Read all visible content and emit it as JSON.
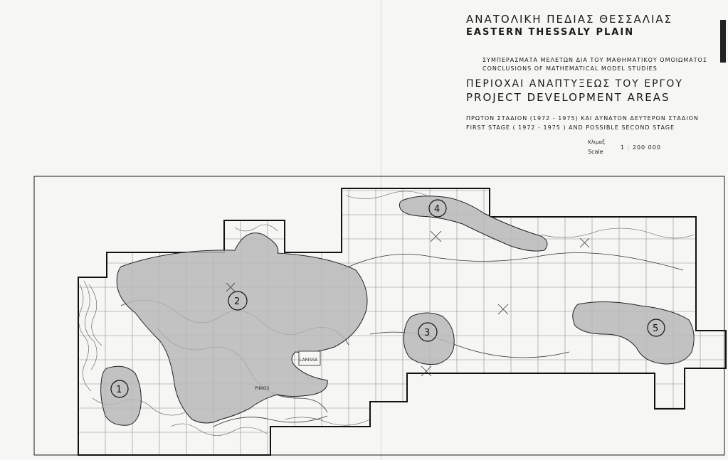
{
  "title": {
    "greek": "ΑΝΑΤΟΛΙΚΗ ΠΕΔΙΑΣ ΘΕΣΣΑΛΙΑΣ",
    "english": "EASTERN THESSALY PLAIN"
  },
  "subtitle": {
    "greek": "ΣΥΜΠΕΡΑΣΜΑΤΑ ΜΕΛΕΤΩΝ ΔΙΑ ΤΟΥ ΜΑΘΗΜΑΤΙΚΟΥ ΟΜΟΙΩΜΑΤΟΣ",
    "english": "CONCLUSIONS OF MATHEMATICAL MODEL STUDIES"
  },
  "project": {
    "greek": "ΠΕΡΙΟΧΑΙ ΑΝΑΠΤΥΞΕΩΣ ΤΟΥ ΕΡΓΟΥ",
    "english": "PROJECT DEVELOPMENT AREAS"
  },
  "stage": {
    "greek": "ΠΡΩΤΟΝ ΣΤΑΔΙΟΝ (1972 - 1975) ΚΑΙ ΔΥΝΑΤΟΝ ΔΕΥΤΕΡΟΝ ΣΤΑΔΙΟΝ",
    "english": "FIRST STAGE ( 1972 - 1975 ) AND POSSIBLE SECOND STAGE"
  },
  "scale": {
    "greek": "Κλιμαξ",
    "english": "Scale",
    "value": "1 : 200 000"
  },
  "areas": [
    {
      "number": "1"
    },
    {
      "number": "2"
    },
    {
      "number": "3"
    },
    {
      "number": "4"
    },
    {
      "number": "5"
    }
  ],
  "places": {
    "larissa": "LARISSA",
    "pinios": "PINIOS"
  },
  "colors": {
    "area_fill": "#b8b8b8",
    "line": "#1a1a1a",
    "paper": "#f6f6f4"
  }
}
